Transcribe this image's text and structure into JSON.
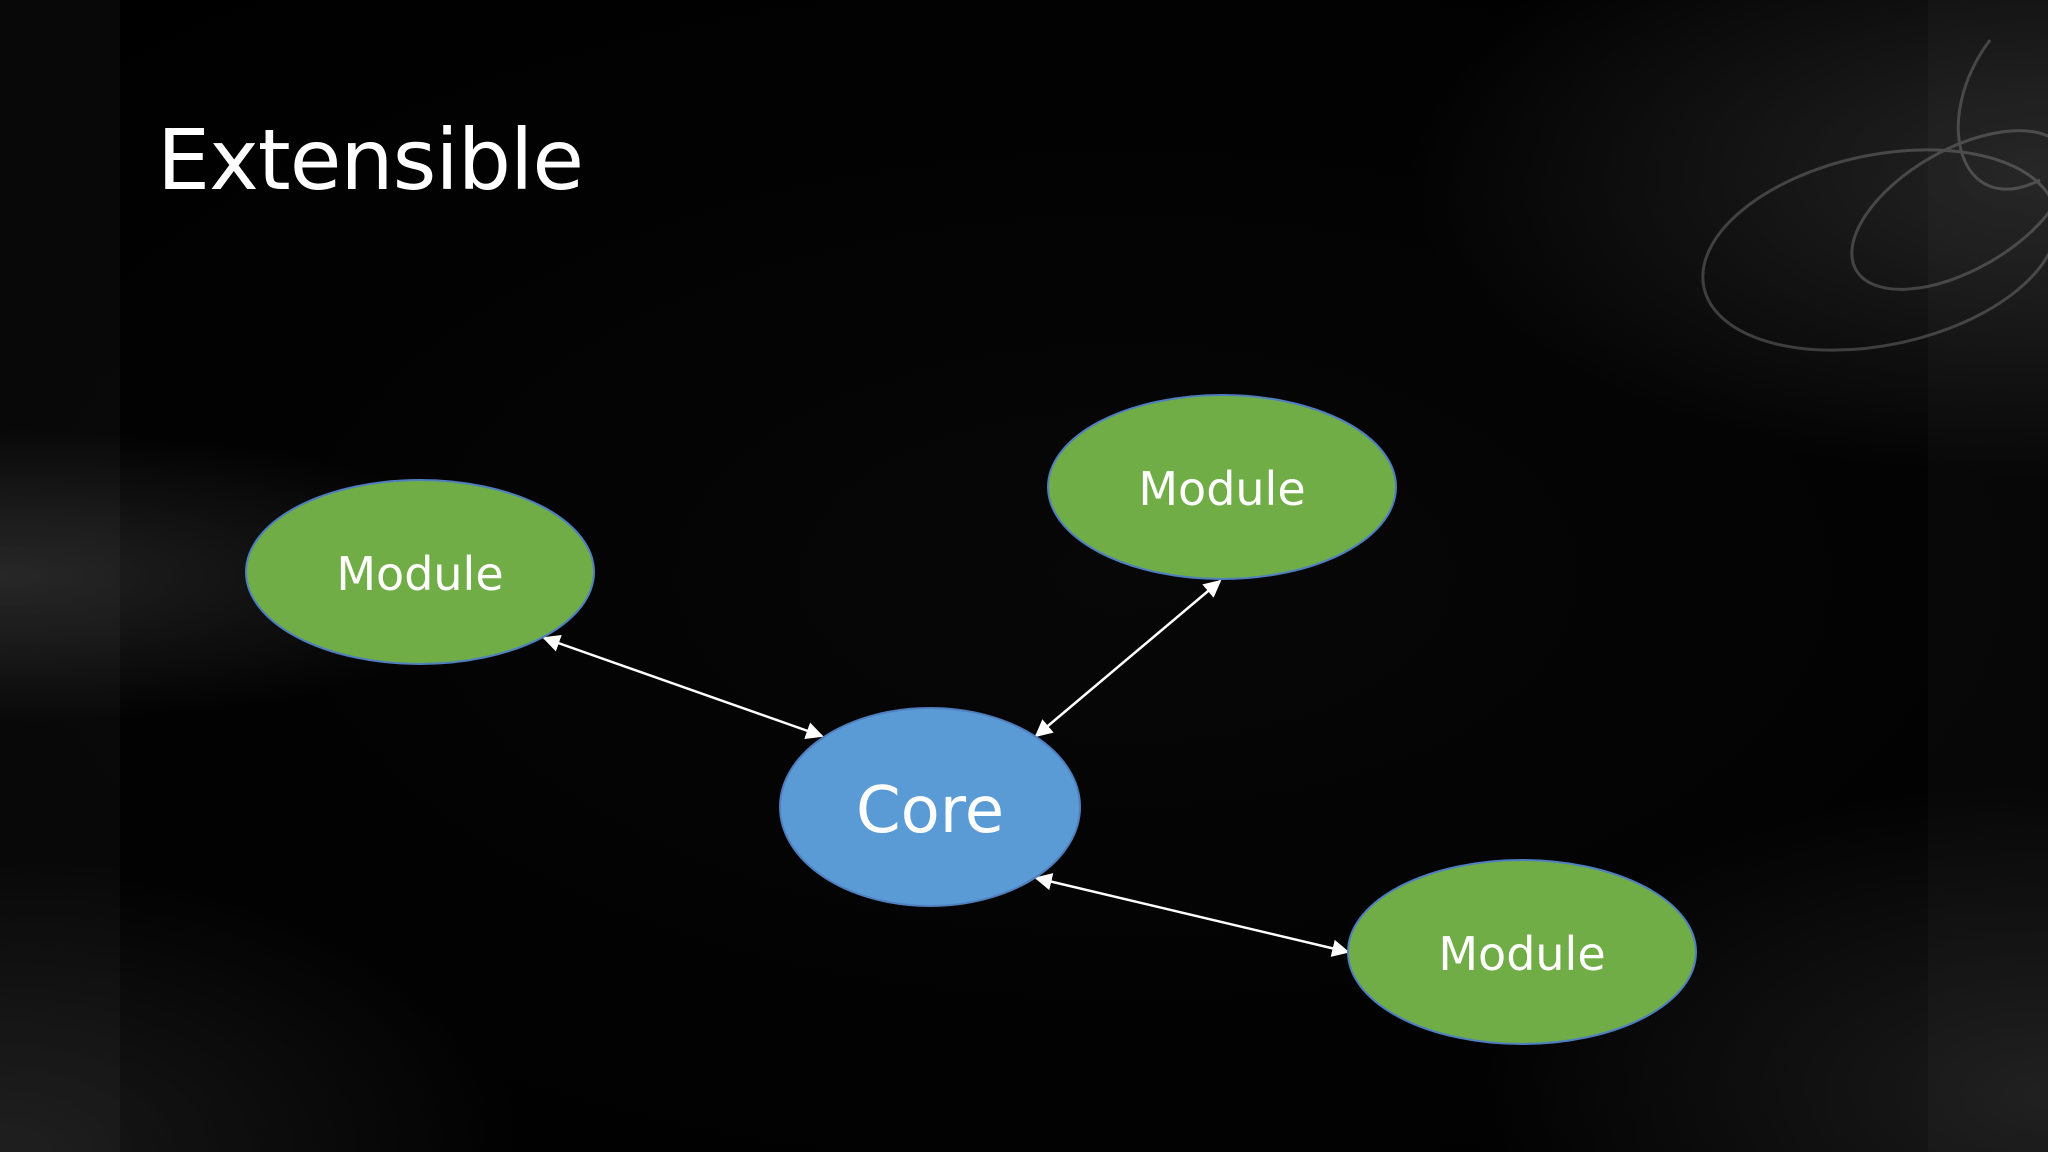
{
  "slide": {
    "title": "Extensible"
  },
  "colors": {
    "background": "#000000",
    "module_fill": "#70ad47",
    "core_fill": "#5b9bd5",
    "connector": "#ffffff",
    "text": "#ffffff"
  },
  "diagram": {
    "core": {
      "label": "Core"
    },
    "modules": [
      {
        "label": "Module"
      },
      {
        "label": "Module"
      },
      {
        "label": "Module"
      }
    ],
    "connections": [
      {
        "from": "core",
        "to": "module-left",
        "bidirectional": true
      },
      {
        "from": "core",
        "to": "module-top-right",
        "bidirectional": true
      },
      {
        "from": "core",
        "to": "module-bottom-right",
        "bidirectional": true
      }
    ]
  }
}
